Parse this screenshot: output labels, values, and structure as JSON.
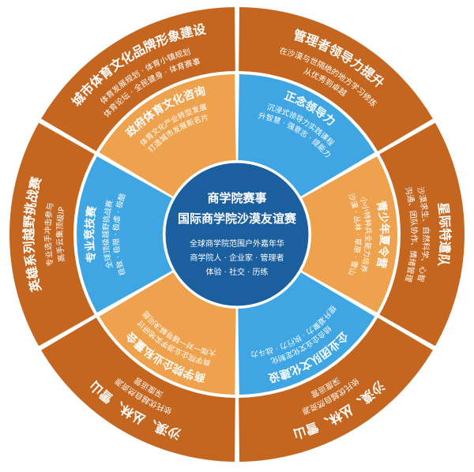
{
  "colors": {
    "outer": "#C4661F",
    "middle": "#EFA24E",
    "inner": "#3FA6E3",
    "center": "#1C5F9E",
    "divider": "#FFFFFF"
  },
  "center": {
    "title1": "商学院赛事",
    "title2": "国际商学院沙漠友谊赛",
    "desc1": "全球商学院范围户外嘉年华",
    "desc2": "商学院人 · 企业家 · 管理者",
    "desc3": "体验 · 社交 · 历练"
  },
  "outer": [
    {
      "title": "管理者领导力提升",
      "lines": [
        "在沙漠与世隔绝的地方学习修炼",
        "从优秀到卓越"
      ]
    },
    {
      "title": "星际特遣队",
      "lines": [
        "沙漠求生、自然科学、心智",
        "沟通、团队协作、情绪管理"
      ]
    },
    {
      "title": "沙漠、丛林、雪山",
      "lines": [
        "依托优越自然资源",
        "深度运营"
      ]
    },
    {
      "title": "沙漠、丛林、雪山",
      "lines": [
        "依托优越自然资源",
        "深度运营"
      ]
    },
    {
      "title": "英雄系列越野挑战赛",
      "lines": [
        "专业选手冲击参与",
        "高手云集顶级IP"
      ]
    },
    {
      "title": "城市体育文化品牌形象建设",
      "lines": [
        "体育发展规划 · 体育小镇规划",
        "体育论坛 · 全民健身 · 体育赛事"
      ]
    }
  ],
  "middle": [
    {
      "title": "青少年夏令营",
      "lines": [
        "小小特种兵全能力培养",
        "沙漠 · 丛林 · 草原 · 雪山"
      ]
    },
    {
      "title": "商学院企业私董会",
      "lines": [
        "商学院企业游学实地研讨",
        "大咖一对一辅导解决问题"
      ]
    },
    {
      "title": "政府体育文化咨询",
      "lines": [
        "体育文化产业转型发展",
        "打造城市发展新名片"
      ]
    }
  ],
  "inner": [
    {
      "title": "正念领导力",
      "lines": [
        "沉浸式领导力实践课程",
        "升智慧 · 强意志 · 提能力"
      ]
    },
    {
      "title": "企业团队文化建设",
      "lines": [
        "结合企业文化定制化",
        "提升凝聚力 · 执行力 · 战斗力"
      ]
    },
    {
      "title": "专业竞技赛",
      "lines": [
        "全球顶级越野挑战赛",
        "极致 · 极限 · 极虐 · 极酷"
      ]
    }
  ]
}
